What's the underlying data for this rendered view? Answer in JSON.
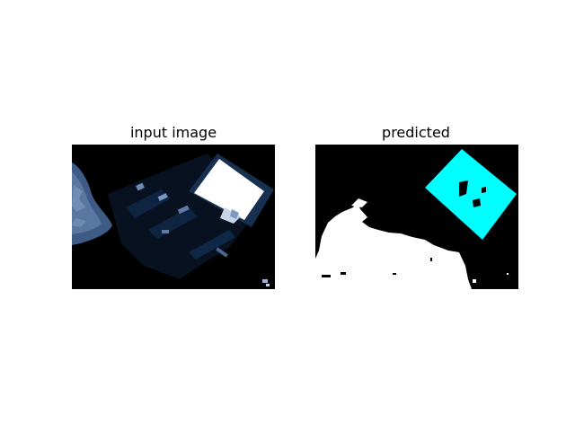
{
  "panels": [
    {
      "title": "input image",
      "content": "dark photo of a camera-like device with a bright screen at top right and a textured surface at the left edge"
    },
    {
      "title": "predicted",
      "content": "segmentation mask: cyan rotated region (upper right) and white region along the bottom on black background"
    }
  ],
  "colors": {
    "background": "#000000",
    "mask_cyan": "#00ffff",
    "mask_white": "#ffffff",
    "screen_white": "#ffffff",
    "device_blue": "#0b1a33",
    "texture_blue": "#4a6a9a"
  }
}
